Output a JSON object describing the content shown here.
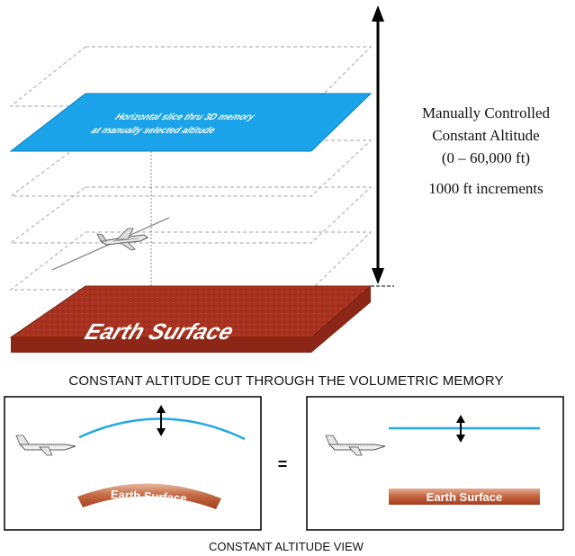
{
  "side_label": {
    "line1": "Manually Controlled",
    "line2": "Constant Altitude",
    "line3": "(0 – 60,000 ft)",
    "line4": "1000 ft increments"
  },
  "plane_label": {
    "line1": "Horizontal slice thru 3D memory",
    "line2": "at manually selected altitude"
  },
  "earth_surface_label": "Earth Surface",
  "cut_caption": "CONSTANT ALTITUDE CUT THROUGH THE VOLUMETRIC MEMORY",
  "equals_sign": "=",
  "left_panel_earth_label": "Earth Surface",
  "right_panel_earth_label": "Earth Surface",
  "view_caption": "CONSTANT ALTITUDE VIEW",
  "colors": {
    "slice_blue": "#1aa3e8",
    "altitude_line_blue": "#22a9e6",
    "earth_red": "#a7321f",
    "earth_side": "#8c2616",
    "dashed_plane": "#b5b5b5"
  }
}
